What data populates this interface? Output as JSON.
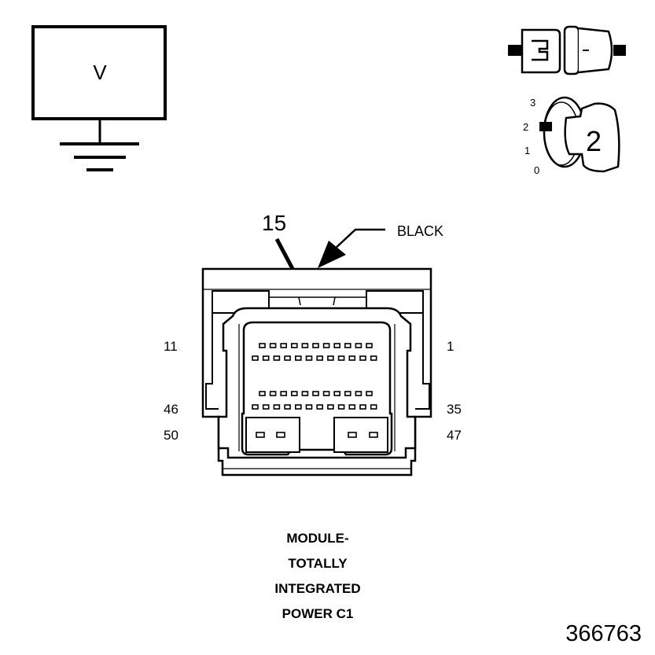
{
  "meter": {
    "label": "V"
  },
  "key": {
    "positions": [
      "3",
      "2",
      "1",
      "0"
    ],
    "selected": "2"
  },
  "callout": {
    "pin": "15",
    "color": "BLACK"
  },
  "connector": {
    "pin_labels": {
      "top_left": "11",
      "top_right": "1",
      "mid_left": "46",
      "mid_right": "35",
      "bottom_left": "50",
      "bottom_right": "47"
    }
  },
  "caption": {
    "line1": "MODULE-",
    "line2": "TOTALLY",
    "line3": "INTEGRATED",
    "line4": "POWER C1"
  },
  "figure_id": "366763"
}
